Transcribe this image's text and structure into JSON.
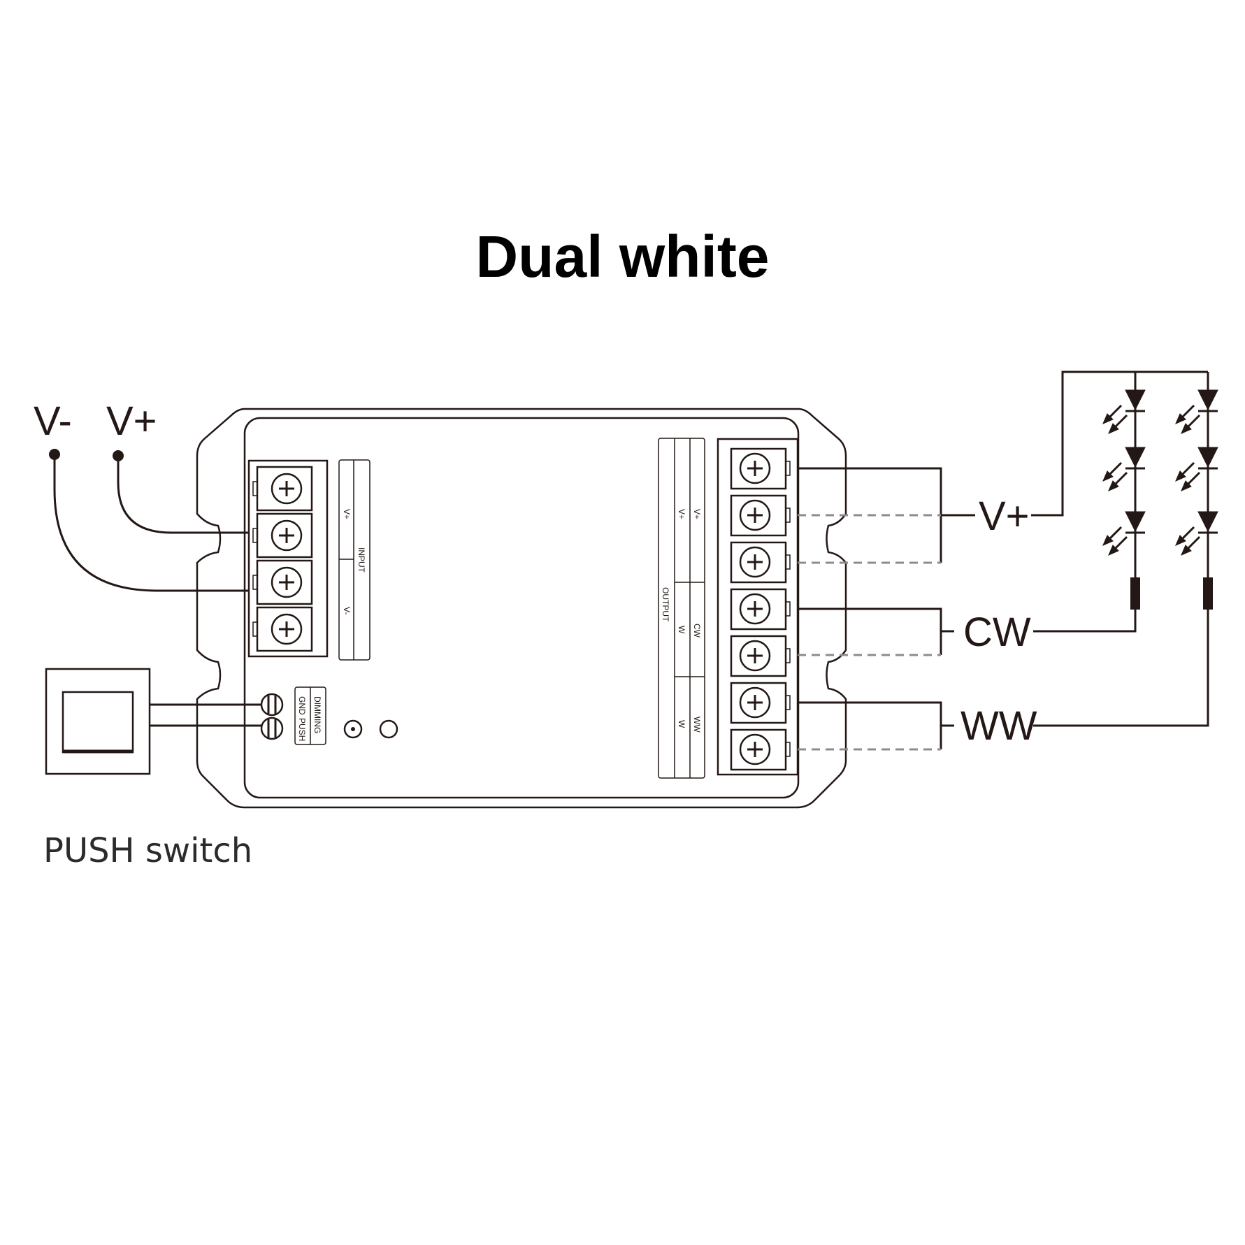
{
  "title": "Dual white",
  "input_labels": {
    "vminus": "V-",
    "vplus": "V+"
  },
  "output_labels": {
    "vplus": "V+",
    "cw": "CW",
    "ww": "WW"
  },
  "switch_label": "PUSH switch",
  "device_labels": {
    "input": "INPUT",
    "input_vplus": "V+",
    "input_vminus": "V-",
    "output": "OUTPUT",
    "out_vplus_1": "V+",
    "out_vplus_2": "V+",
    "out_w_1": "W",
    "out_cw": "CW",
    "out_w_2": "W",
    "out_ww": "WW",
    "dimming": "DIMMING",
    "gnd": "GND",
    "push": "PUSH"
  }
}
